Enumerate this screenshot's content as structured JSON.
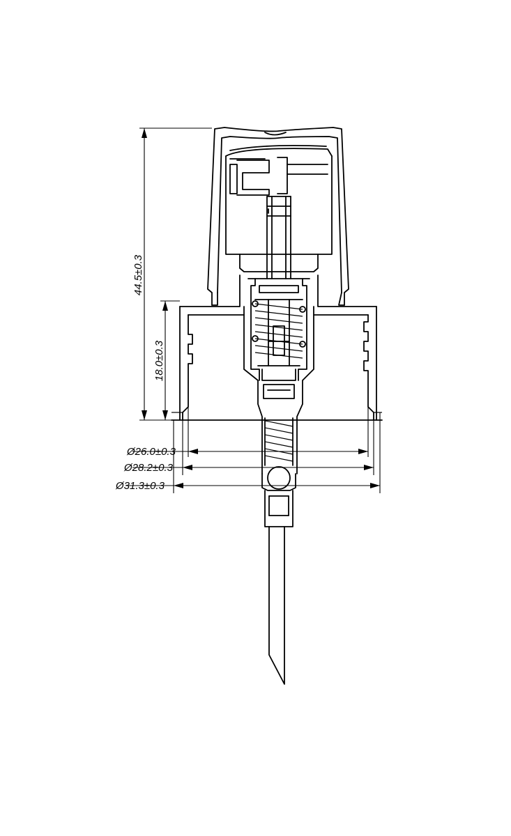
{
  "dimensions": {
    "total_height": "44.5±0.3",
    "closure_height": "18.0±0.3",
    "diameter_inner": "Ø26.0±0.3",
    "diameter_mid": "Ø28.2±0.3",
    "diameter_outer": "Ø31.3±0.3"
  }
}
